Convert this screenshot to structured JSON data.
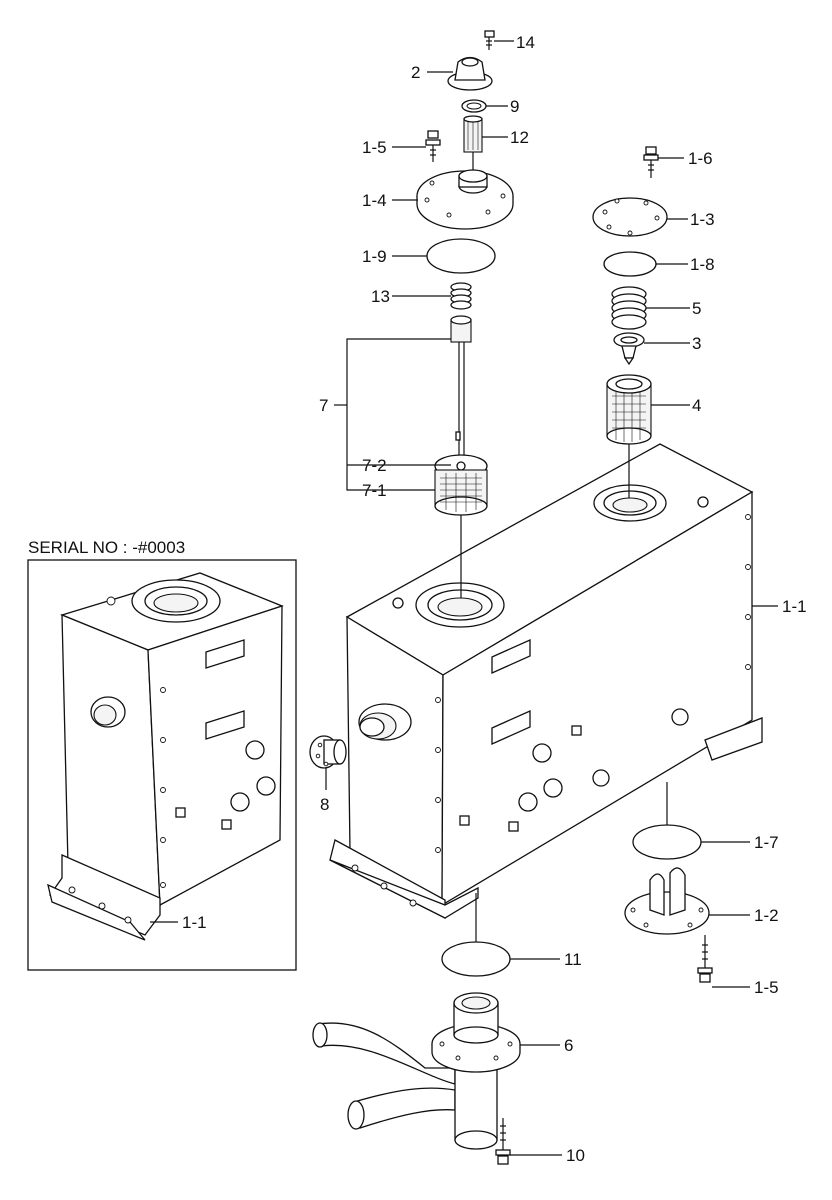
{
  "inset": {
    "serial_label": "SERIAL NO : -#0003",
    "part_label": "1-1"
  },
  "labels": {
    "p14": "14",
    "p2": "2",
    "p9": "9",
    "p12": "12",
    "p1_5_top": "1-5",
    "p1_6": "1-6",
    "p1_4": "1-4",
    "p1_3": "1-3",
    "p1_9": "1-9",
    "p1_8": "1-8",
    "p13": "13",
    "p5": "5",
    "p3": "3",
    "p7": "7",
    "p4": "4",
    "p7_2": "7-2",
    "p7_1": "7-1",
    "p1_1": "1-1",
    "p8": "8",
    "p1_7": "1-7",
    "p1_2": "1-2",
    "p11": "11",
    "p1_5_bottom": "1-5",
    "p6": "6",
    "p10": "10"
  }
}
